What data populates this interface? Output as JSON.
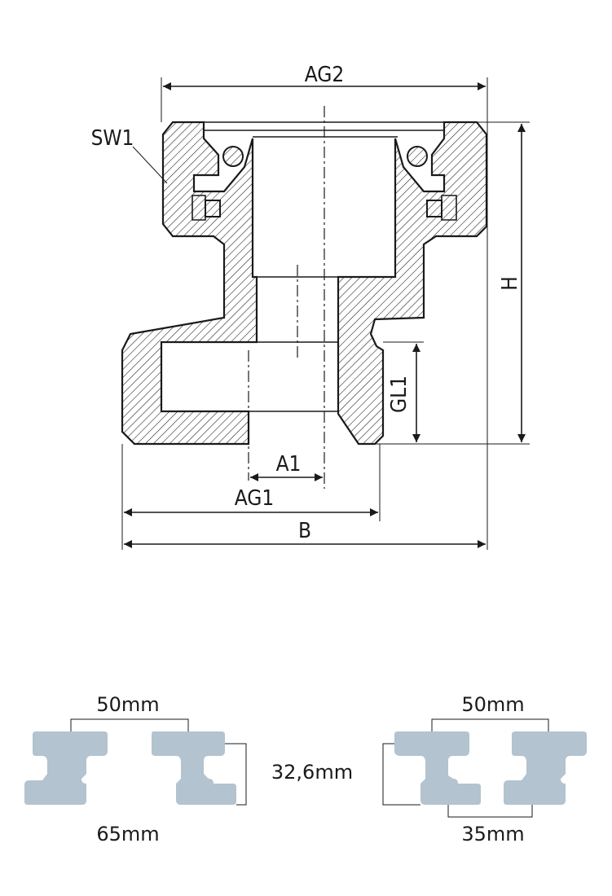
{
  "drawing": {
    "labels": {
      "ag2": "AG2",
      "sw1": "SW1",
      "h": "H",
      "gl1": "GL1",
      "a1": "A1",
      "ag1": "AG1",
      "b": "B"
    }
  },
  "profiles": {
    "left": {
      "top_width": "50mm",
      "height": "32,6mm",
      "bottom_width": "65mm"
    },
    "right": {
      "top_width": "50mm",
      "bottom_width": "35mm"
    }
  },
  "colors": {
    "line": "#1a1a1a",
    "seal_profile": "#b3c3cf"
  }
}
